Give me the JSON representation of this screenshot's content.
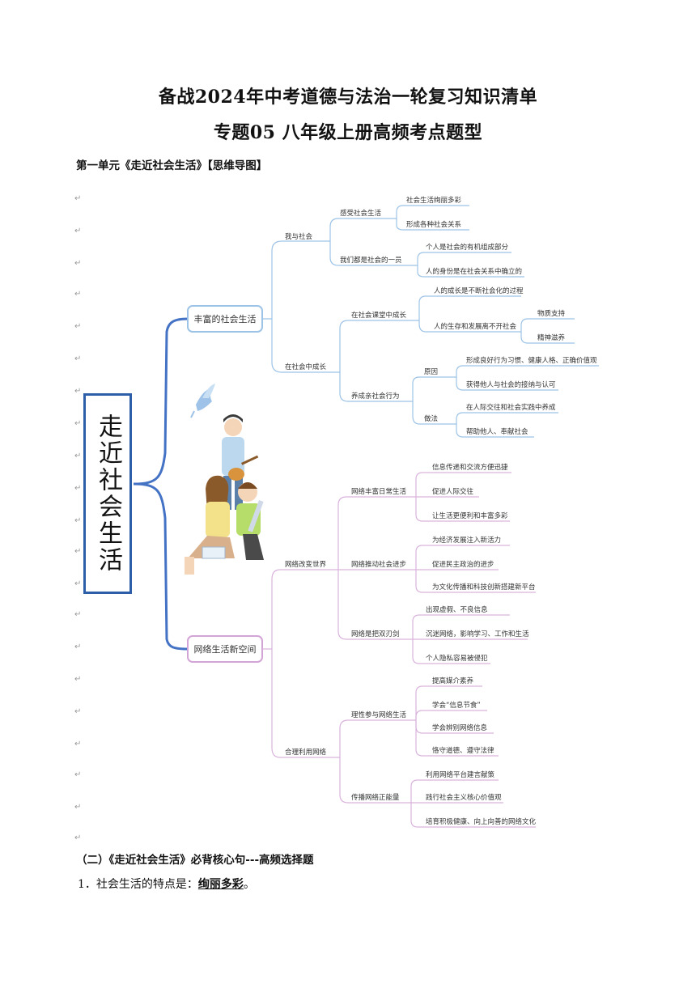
{
  "title1": "备战2024年中考道德与法治一轮复习知识清单",
  "title2": "专题05 八年级上册高频考点题型",
  "section1": "第一单元《走近社会生活》【思维导图】",
  "paragraph_mark": "↵",
  "mindmap": {
    "root": "走近社会生活",
    "branch1": {
      "label": "丰富的社会生活",
      "sub1": {
        "label": "我与社会",
        "n1": {
          "label": "感受社会生活",
          "leaves": [
            "社会生活绚丽多彩",
            "形成各种社会关系"
          ]
        },
        "n2": {
          "label": "我们都是社会的一员",
          "leaves": [
            "个人是社会的有机组成部分",
            "人的身份是在社会关系中确立的"
          ]
        }
      },
      "sub2": {
        "label": "在社会中成长",
        "n1": {
          "label": "在社会课堂中成长",
          "leaf1": "人的成长是不断社会化的过程",
          "leaf2": "人的生存和发展离不开社会",
          "leaf2_children": [
            "物质支持",
            "精神滋养"
          ]
        },
        "n2": {
          "label": "养成亲社会行为",
          "reason": {
            "label": "原因",
            "leaves": [
              "形成良好行为习惯、健康人格、正确价值观",
              "获得他人与社会的接纳与认可"
            ]
          },
          "method": {
            "label": "做法",
            "leaves": [
              "在人际交往和社会实践中养成",
              "帮助他人、奉献社会"
            ]
          }
        }
      }
    },
    "branch2": {
      "label": "网络生活新空间",
      "sub1": {
        "label": "网络改变世界",
        "n1": {
          "label": "网络丰富日常生活",
          "leaves": [
            "信息传递和交流方便迅捷",
            "促进人际交往",
            "让生活更便利和丰富多彩"
          ]
        },
        "n2": {
          "label": "网络推动社会进步",
          "leaves": [
            "为经济发展注入新活力",
            "促进民主政治的进步",
            "为文化传播和科技创新搭建新平台"
          ]
        },
        "n3": {
          "label": "网络是把双刃剑",
          "leaves": [
            "出现虚假、不良信息",
            "沉迷网络，影响学习、工作和生活",
            "个人隐私容易被侵犯"
          ]
        }
      },
      "sub2": {
        "label": "合理利用网络",
        "n1": {
          "label": "理性参与网络生活",
          "leaves": [
            "提高媒介素养",
            "学会“信息节食”",
            "学会辨别网络信息",
            "恪守道德、遵守法律"
          ]
        },
        "n2": {
          "label": "传播网络正能量",
          "leaves": [
            "利用网络平台建言献策",
            "践行社会主义核心价值观",
            "培育积极健康、向上向善的网络文化"
          ]
        }
      }
    },
    "colors": {
      "root": "#2c5fa8",
      "branch1": "#5b9bd5",
      "branch2": "#c586c9"
    }
  },
  "section2": "（二）《走近社会生活》必背核心句---高频选择题",
  "item1": {
    "prefix": "1．社会生活的特点是：",
    "answer": "绚丽多彩",
    "suffix": "。"
  }
}
